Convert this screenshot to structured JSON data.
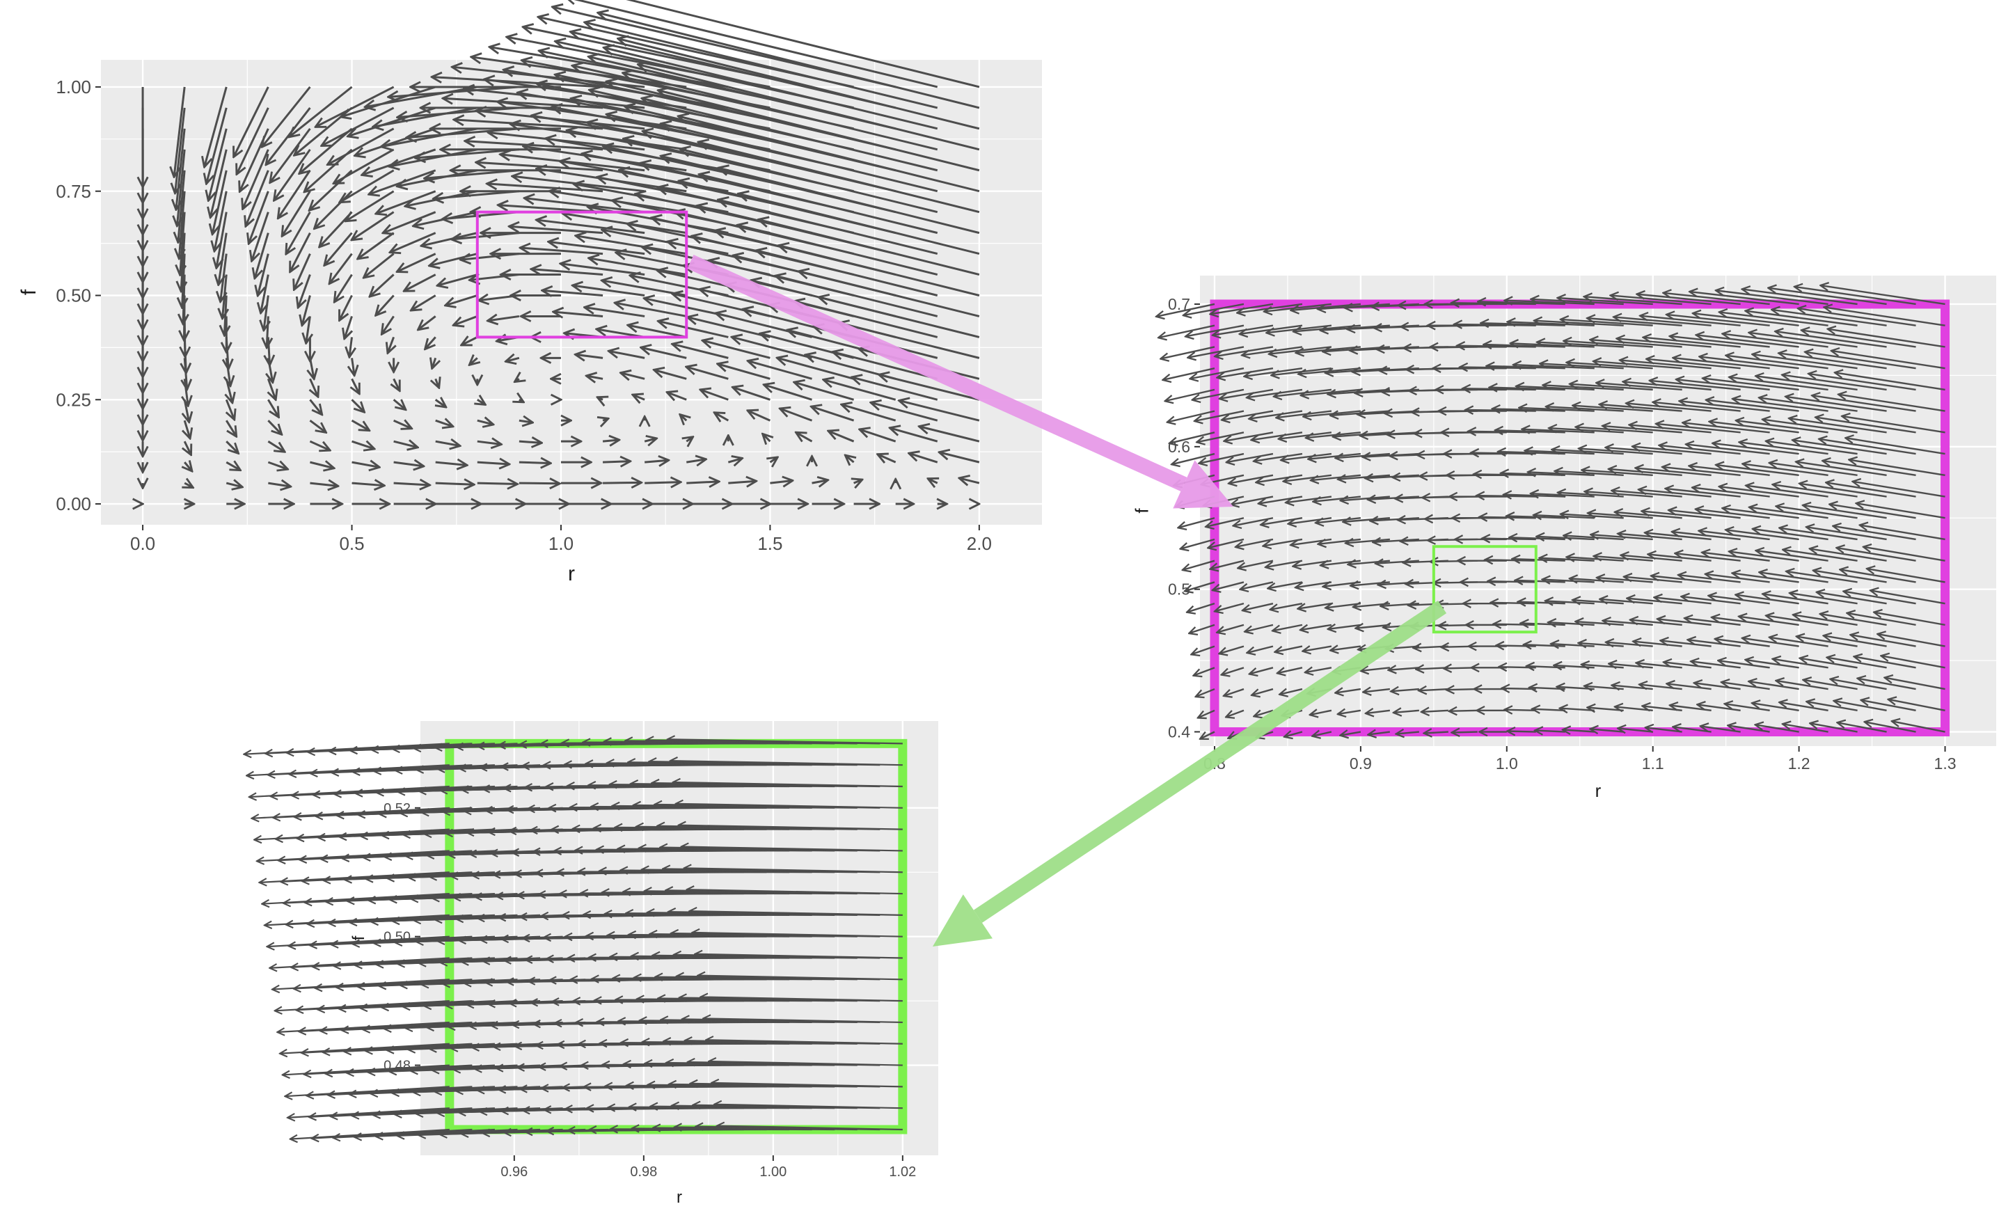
{
  "chart_data": [
    {
      "type": "vector-field",
      "xlabel": "r",
      "ylabel": "f",
      "xlim": [
        -0.1,
        2.15
      ],
      "ylim": [
        -0.05,
        1.065
      ],
      "xticks": [
        0.0,
        0.5,
        1.0,
        1.5,
        2.0
      ],
      "xtick_labels": [
        "0.0",
        "0.5",
        "1.0",
        "1.5",
        "2.0"
      ],
      "yticks": [
        0.0,
        0.25,
        0.5,
        0.75,
        1.0
      ],
      "ytick_labels": [
        "0.00",
        "0.25",
        "0.50",
        "0.75",
        "1.00"
      ],
      "grid": true,
      "grid_x": {
        "start": 0.0,
        "end": 2.0,
        "count": 21
      },
      "grid_y": {
        "start": 0.0,
        "end": 1.0,
        "count": 21
      },
      "arrow_scale": 0.24,
      "field": "dr/dt = r*(1-r/2) - 2*r*f ; df/dt = f*(r-1)",
      "zoom_box": {
        "r": [
          0.8,
          1.3
        ],
        "f": [
          0.4,
          0.7
        ],
        "color": "#e040e0"
      }
    },
    {
      "type": "vector-field",
      "xlabel": "r",
      "ylabel": "f",
      "xlim": [
        0.79,
        1.335
      ],
      "ylim": [
        0.39,
        0.72
      ],
      "xticks": [
        0.8,
        0.9,
        1.0,
        1.1,
        1.2,
        1.3
      ],
      "xtick_labels": [
        "0.8",
        "0.9",
        "1.0",
        "1.1",
        "1.2",
        "1.3"
      ],
      "yticks": [
        0.4,
        0.5,
        0.6,
        0.7
      ],
      "ytick_labels": [
        "0.4",
        "0.5",
        "0.6",
        "0.7"
      ],
      "grid": true,
      "grid_x": {
        "start": 0.8,
        "end": 1.3,
        "count": 26
      },
      "grid_y": {
        "start": 0.4,
        "end": 0.7,
        "count": 21
      },
      "arrow_scale": 0.5,
      "field": "dr/dt = r*(1-r/2) - 2*r*f ; df/dt = f*(r-1)",
      "frame_box": {
        "r": [
          0.8,
          1.3
        ],
        "f": [
          0.4,
          0.7
        ],
        "color": "#e040e0"
      },
      "zoom_box": {
        "r": [
          0.95,
          1.02
        ],
        "f": [
          0.47,
          0.53
        ],
        "color": "#7cf04c"
      }
    },
    {
      "type": "vector-field",
      "xlabel": "r",
      "ylabel": "f",
      "xlim": [
        0.9455,
        1.0255
      ],
      "ylim": [
        0.466,
        0.5335
      ],
      "xticks": [
        0.96,
        0.98,
        1.0,
        1.02
      ],
      "xtick_labels": [
        "0.96",
        "0.98",
        "1.00",
        "1.02"
      ],
      "yticks": [
        0.48,
        0.5,
        0.52
      ],
      "ytick_labels": [
        "0.48",
        "0.50",
        "0.52"
      ],
      "grid": true,
      "grid_x": {
        "start": 0.95,
        "end": 1.02,
        "count": 21
      },
      "grid_y": {
        "start": 0.47,
        "end": 0.53,
        "count": 19
      },
      "arrow_scale": 0.5,
      "field": "dr/dt = r*(1-r/2) - 2*r*f ; df/dt = f*(r-1)",
      "frame_box": {
        "r": [
          0.95,
          1.02
        ],
        "f": [
          0.47,
          0.53
        ],
        "color": "#7cf04c"
      }
    }
  ],
  "connectors": [
    {
      "from": "panel-1-zoom-box",
      "to": "panel-2",
      "color": "#e79ae8"
    },
    {
      "from": "panel-2-zoom-box",
      "to": "panel-3",
      "color": "#9fdf88"
    }
  ],
  "colors": {
    "panel_bg": "#ebebeb",
    "grid": "#ffffff",
    "arrow": "#4d4d4d",
    "axis_text": "#4d4d4d",
    "label_text": "#1a1a1a"
  }
}
